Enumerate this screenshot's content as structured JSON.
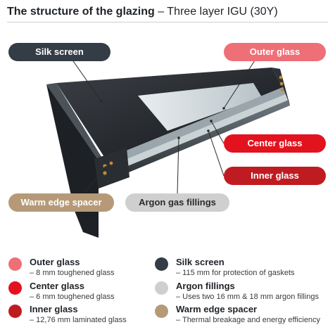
{
  "title": {
    "bold": "The structure of the glazing",
    "separator": " – ",
    "subtitle": "Three layer IGU (30Y)"
  },
  "callouts": {
    "silk_screen": "Silk screen",
    "outer_glass": "Outer glass",
    "center_glass": "Center glass",
    "inner_glass": "Inner glass",
    "warm_edge_spacer": "Warm edge spacer",
    "argon_gas_fillings": "Argon gas fillings"
  },
  "colors": {
    "outer_glass": "#ef6f77",
    "center_glass": "#e3121f",
    "inner_glass": "#bf1c22",
    "silk_screen": "#343c46",
    "argon": "#cfcfcf",
    "warm_edge_spacer": "#b69a78"
  },
  "legend": [
    {
      "name": "Outer glass",
      "desc": "– 8 mm toughened glass",
      "color": "#ef6f77"
    },
    {
      "name": "Center glass",
      "desc": "– 6 mm toughened glass",
      "color": "#e3121f"
    },
    {
      "name": "Inner glass",
      "desc": "– 12,76 mm laminated glass",
      "color": "#bf1c22"
    },
    {
      "name": "Silk screen",
      "desc": "– 115 mm for protection of gaskets",
      "color": "#343c46"
    },
    {
      "name": "Argon fillings",
      "desc": "– Uses two 16 mm & 18 mm argon fillings",
      "color": "#cfcfcf"
    },
    {
      "name": "Warm edge spacer",
      "desc": "– Thermal breakage and energy efficiency",
      "color": "#b69a78"
    }
  ]
}
